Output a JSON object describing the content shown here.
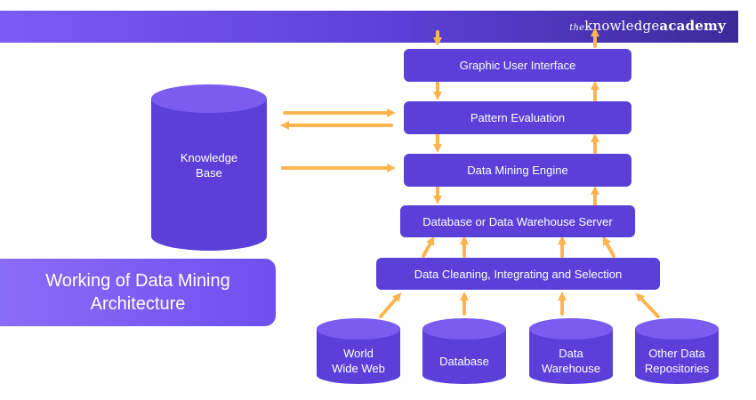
{
  "brand": {
    "prefix": "the",
    "main": "knowledge",
    "strong": "academy"
  },
  "title_card": {
    "line1": "Working of Data Mining",
    "line2": "Architecture"
  },
  "knowledge_base": {
    "line1": "Knowledge",
    "line2": "Base"
  },
  "layers": {
    "gui": "Graphic User Interface",
    "pattern": "Pattern Evaluation",
    "engine": "Data Mining Engine",
    "server": "Database or Data Warehouse Server",
    "cleaning": "Data Cleaning, Integrating and Selection"
  },
  "sources": [
    {
      "line1": "World",
      "line2": "Wide Web"
    },
    {
      "line1": "Database",
      "line2": ""
    },
    {
      "line1": "Data",
      "line2": "Warehouse"
    },
    {
      "line1": "Other Data",
      "line2": "Repositories"
    }
  ],
  "colors": {
    "box": "#5a3fd9",
    "arrow": "#fbb450",
    "cylinder": "#5a3fd9",
    "cylinder_top": "#7a5cf0"
  }
}
